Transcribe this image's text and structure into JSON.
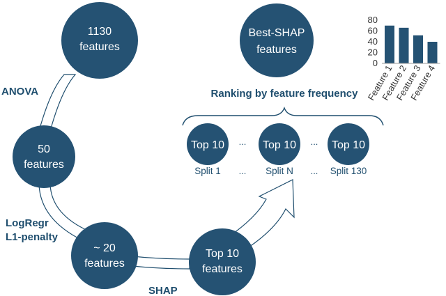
{
  "colors": {
    "node": "#255273",
    "label": "#1f4e6e",
    "band_stroke": "#1f4e6e",
    "bar": "#255273",
    "text_light": "#ffffff",
    "axis_text": "#333333"
  },
  "nodes": {
    "n1130": [
      "1130",
      "features"
    ],
    "n50": [
      "50",
      "features"
    ],
    "n20": [
      "~ 20",
      "features"
    ],
    "ntop": [
      "Top 10",
      "features"
    ],
    "best": [
      "Best-SHAP",
      "features"
    ]
  },
  "steps": {
    "anova": "ANOVA",
    "logregr": [
      "LogRegr",
      "L1-penalty"
    ],
    "shap": "SHAP"
  },
  "ranking_title": "Ranking by feature frequency",
  "splits": [
    {
      "circle": "Top 10",
      "label": "Split 1"
    },
    {
      "circle": "Top 10",
      "label": "Split N"
    },
    {
      "circle": "Top 10",
      "label": "Split 130"
    }
  ],
  "ellipsis": "...",
  "chart_data": {
    "type": "bar",
    "categories": [
      "Feature 1",
      "Feature 2",
      "Feature 3",
      "Feature 4"
    ],
    "values": [
      70,
      66,
      52,
      40
    ],
    "ylim": [
      0,
      80
    ],
    "yticks": [
      0,
      20,
      40,
      60,
      80
    ],
    "grid": false,
    "legend": "none"
  }
}
